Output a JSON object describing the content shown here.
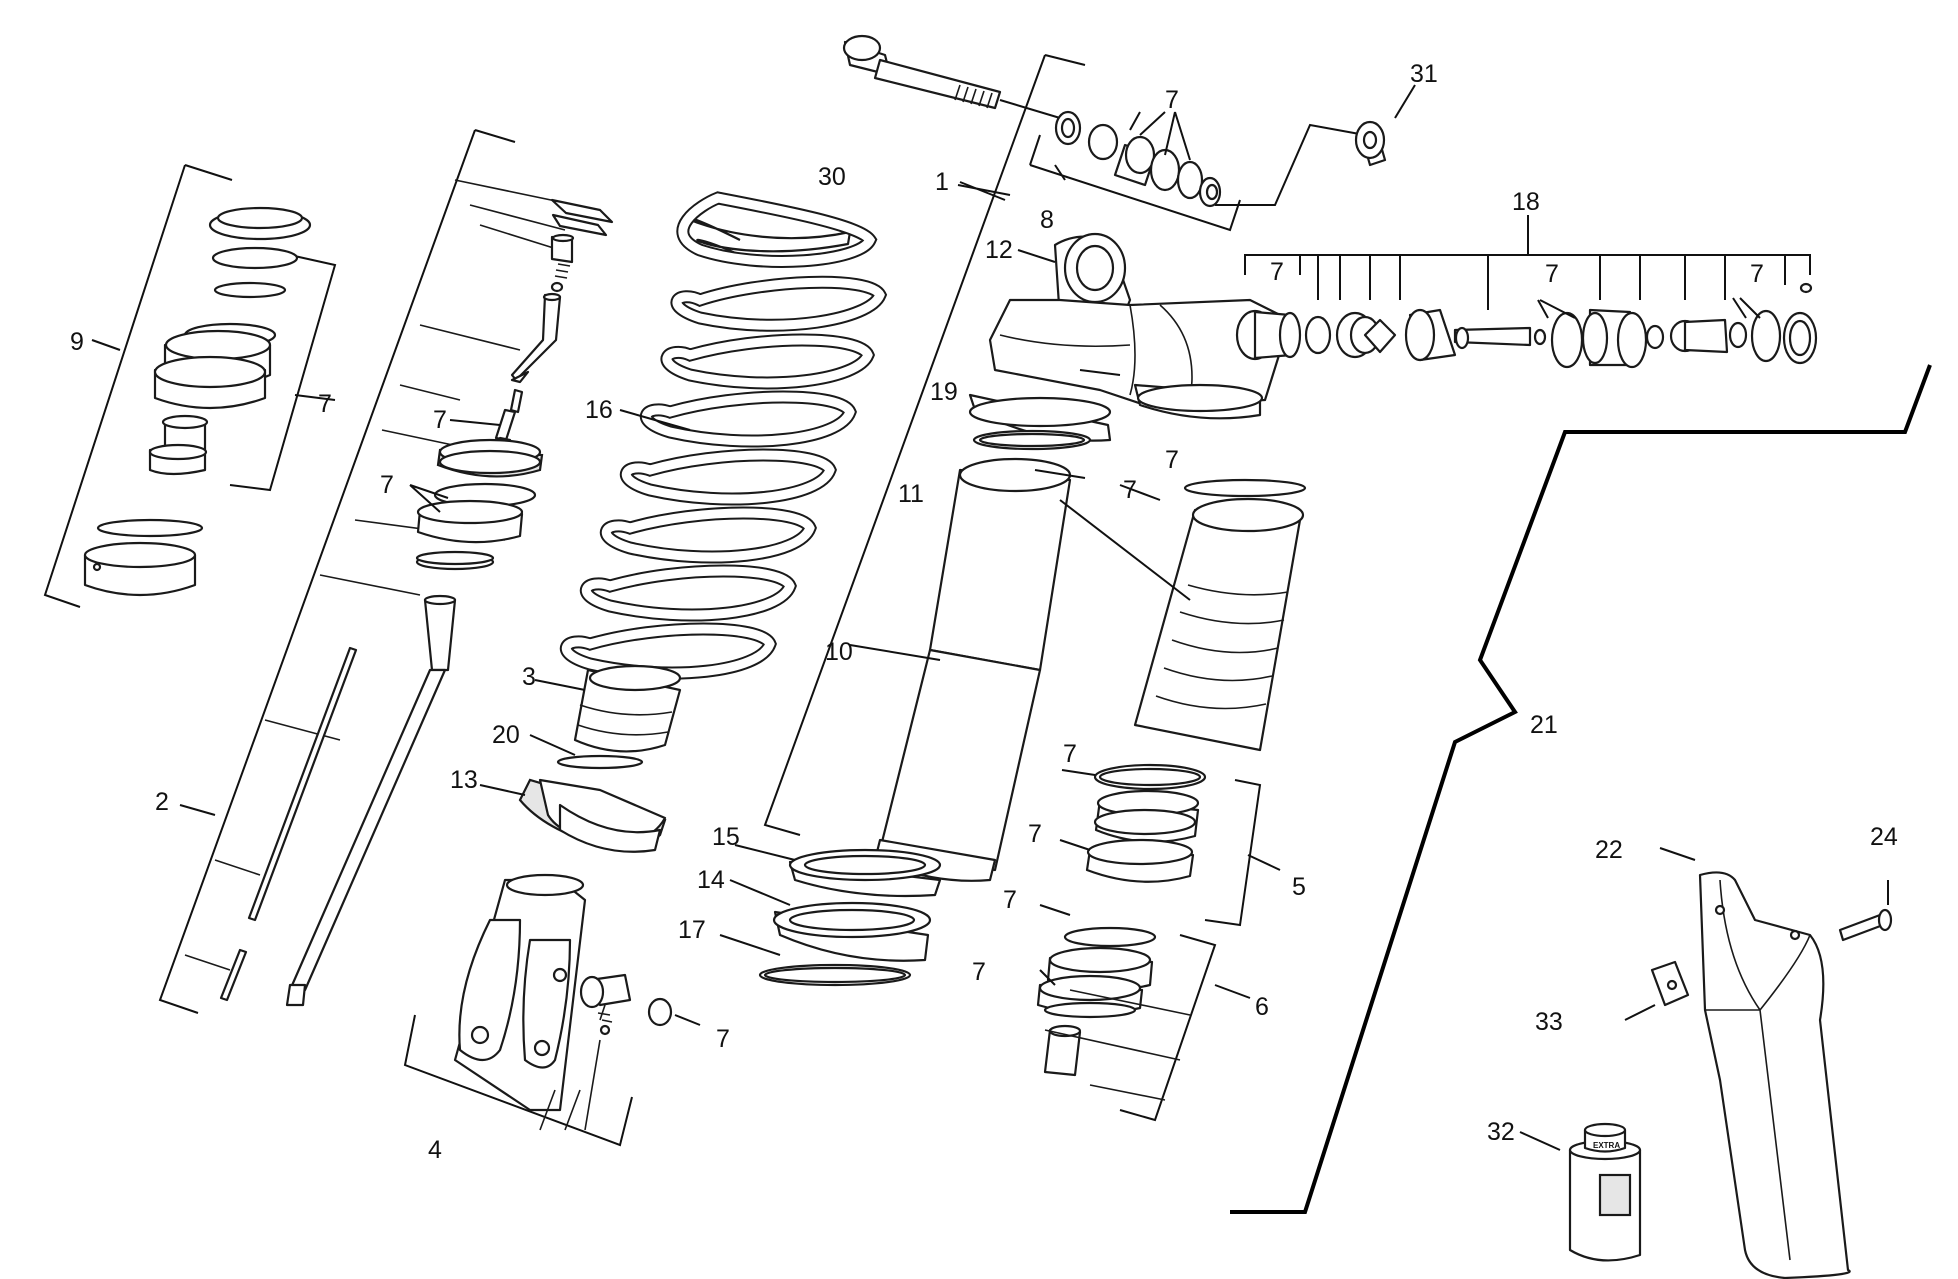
{
  "diagram": {
    "callouts": {
      "c1": "1",
      "c2": "2",
      "c3": "3",
      "c4": "4",
      "c5": "5",
      "c6": "6",
      "c7a": "7",
      "c7b": "7",
      "c7c": "7",
      "c7d": "7",
      "c7e": "7",
      "c7f": "7",
      "c7g": "7",
      "c7h": "7",
      "c7i": "7",
      "c7j": "7",
      "c7k": "7",
      "c7l": "7",
      "c7m": "7",
      "c7n": "7",
      "c8": "8",
      "c9": "9",
      "c10": "10",
      "c11": "11",
      "c12": "12",
      "c13": "13",
      "c14": "14",
      "c15": "15",
      "c16": "16",
      "c17": "17",
      "c18": "18",
      "c19": "19",
      "c20": "20",
      "c21": "21",
      "c22": "22",
      "c24": "24",
      "c30": "30",
      "c31": "31",
      "c32": "32",
      "c33": "33"
    },
    "bottle_label": "EXTRA"
  }
}
